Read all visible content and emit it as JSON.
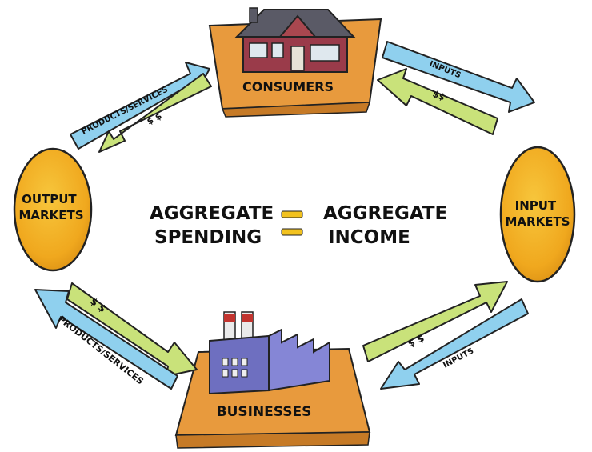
{
  "nodes": {
    "consumers": "CONSUMERS",
    "businesses": "BUSINESSES",
    "output_markets": [
      "OUTPUT",
      "MARKETS"
    ],
    "input_markets": [
      "INPUT",
      "MARKETS"
    ]
  },
  "equation": {
    "left": [
      "AGGREGATE",
      "SPENDING"
    ],
    "right": [
      "AGGREGATE",
      "INCOME"
    ]
  },
  "flows": {
    "top_left_blue": "PRODUCTS/SERVICES",
    "top_left_green": "$ $",
    "top_right_blue": "INPUTS",
    "top_right_green": "$$",
    "bottom_left_blue": "PRODUCTS/SERVICES",
    "bottom_left_green": "$ $",
    "bottom_right_blue": "INPUTS",
    "bottom_right_green": "$ $"
  },
  "colors": {
    "blue_arrow": "#8fd0ee",
    "green_arrow": "#c9e27a",
    "coin": "#f2b11f",
    "platform": "#e89a3d",
    "house": "#9a3b4a",
    "factory": "#6e6fc0"
  }
}
